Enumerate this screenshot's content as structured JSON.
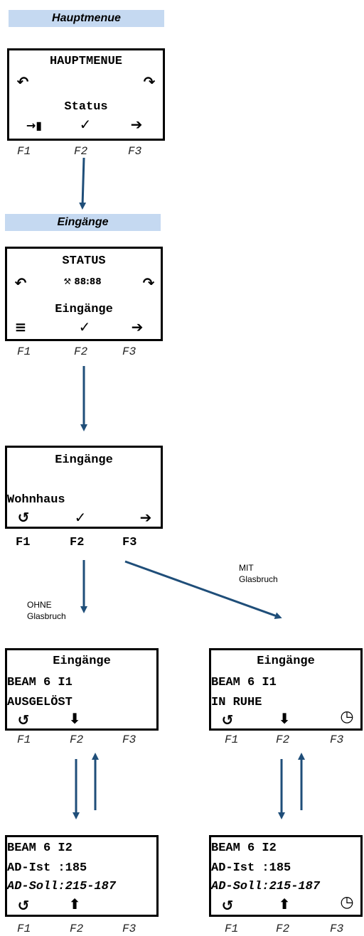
{
  "banners": {
    "main": "Hauptmenue",
    "inputs": "Eingänge"
  },
  "screen1": {
    "title": "HAUPTMENUE",
    "item": "Status"
  },
  "screen2": {
    "title": "STATUS",
    "item": "Eingänge"
  },
  "screen3": {
    "title": "Eingänge",
    "item": "Wohnhaus"
  },
  "screen4": {
    "title": "Eingänge",
    "line1": "BEAM 6 I1",
    "line2": "AUSGELÖST"
  },
  "screen5": {
    "title": "Eingänge",
    "line1": "BEAM 6 I1",
    "line2": "IN RUHE"
  },
  "screen6": {
    "line1": "BEAM 6 I2",
    "line2": "AD-Ist :185",
    "line3": "AD-Soll:215-187"
  },
  "screen7": {
    "line1": "BEAM 6 I2",
    "line2": "AD-Ist :185",
    "line3": "AD-Soll:215-187"
  },
  "fkeys": {
    "f1": "F1",
    "f2": "F2",
    "f3": "F3"
  },
  "annotations": {
    "without_glass": "OHNE Glasbruch",
    "with_glass": "MIT Glasbruch"
  },
  "icons": {
    "back_rotate": "rotate-left-icon",
    "forward_rotate": "rotate-right-icon",
    "exit": "exit-door-icon",
    "confirm": "checkmark-icon",
    "next": "right-arrow-icon",
    "menu": "hamburger-menu-icon",
    "clock_settings": "wrench-clock-icon",
    "return": "return-icon",
    "down": "down-arrow-icon",
    "up": "up-arrow-icon",
    "timer": "timer-icon"
  },
  "colors": {
    "banner": "#c5d9f1",
    "arrow": "#1f4e79"
  }
}
